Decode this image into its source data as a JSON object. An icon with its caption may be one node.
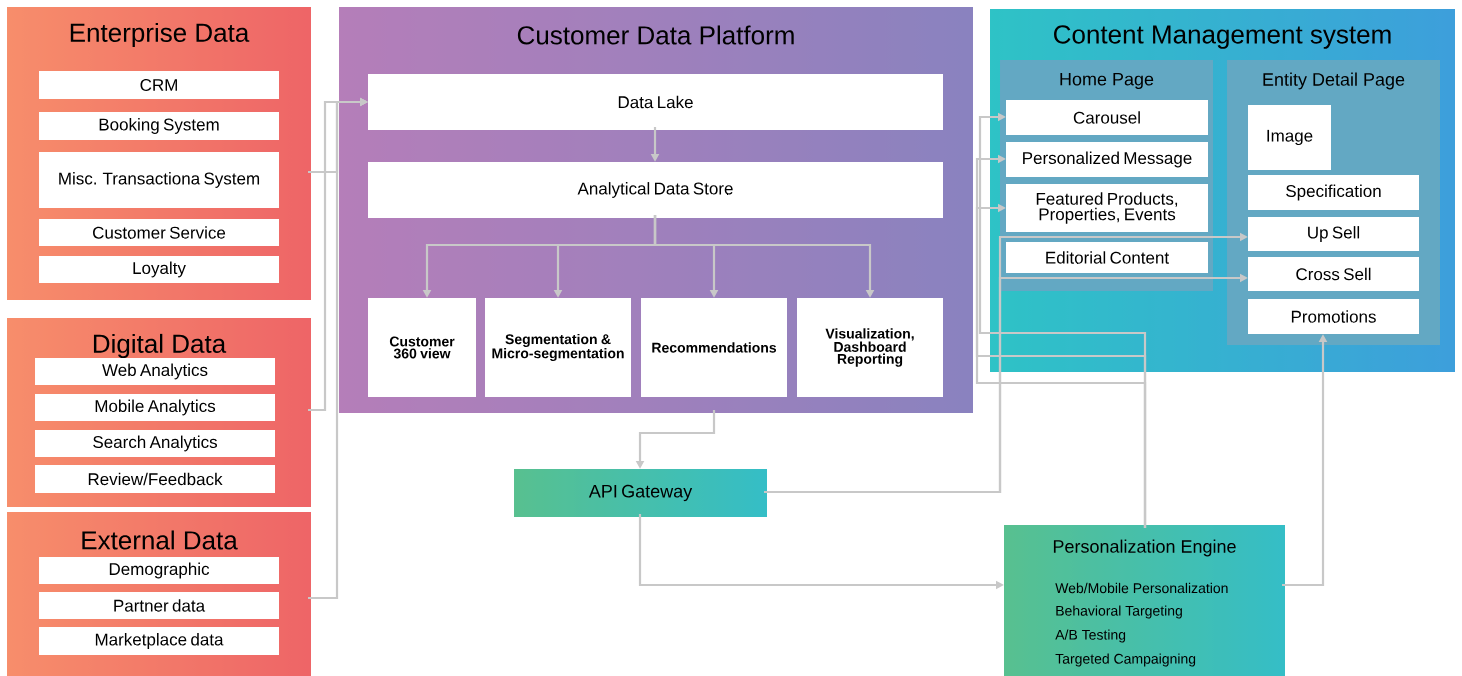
{
  "diagram": {
    "nodes": [
      {
        "text": [
          "Enterprise Data"
        ]
      },
      {
        "text": [
          "CRM"
        ],
        "in": 0
      },
      {
        "text": [
          "Booking System"
        ],
        "in": 0
      },
      {
        "text": [
          "Misc. Transactiona System"
        ],
        "in": 0
      },
      {
        "text": [
          "Customer Service"
        ],
        "in": 0
      },
      {
        "text": [
          "Loyalty"
        ],
        "in": 0
      },
      {
        "text": [
          "Digital Data"
        ]
      },
      {
        "text": [
          "Web Analytics"
        ],
        "in": 6
      },
      {
        "text": [
          "Mobile Analytics"
        ],
        "in": 6
      },
      {
        "text": [
          "Search Analytics"
        ],
        "in": 6
      },
      {
        "text": [
          "Review/Feedback"
        ],
        "in": 6
      },
      {
        "text": [
          "External Data"
        ]
      },
      {
        "text": [
          "Demographic"
        ],
        "in": 11
      },
      {
        "text": [
          "Partner data"
        ],
        "in": 11
      },
      {
        "text": [
          "Marketplace data"
        ],
        "in": 11
      },
      {
        "text": [
          "Customer Data Platform"
        ]
      },
      {
        "text": [
          "Data Lake"
        ],
        "in": 15
      },
      {
        "text": [
          "Analytical Data Store"
        ],
        "in": 15
      },
      {
        "text": [
          "Customer 360 view"
        ],
        "in": 15
      },
      {
        "text": [
          "Segmentation & Micro-segmentation"
        ],
        "in": 15
      },
      {
        "text": [
          "Recommendations"
        ],
        "in": 15
      },
      {
        "text": [
          "Visualization, Dashboard Reporting"
        ],
        "in": 15
      },
      {
        "text": [
          "Content Management system"
        ]
      },
      {
        "text": [
          "Home Page"
        ],
        "in": 22
      },
      {
        "text": [
          "Carousel"
        ],
        "in": 23
      },
      {
        "text": [
          "Personalized Message"
        ],
        "in": 23
      },
      {
        "text": [
          "Featured Products, Properties, Events"
        ],
        "in": 23
      },
      {
        "text": [
          "Editorial Content"
        ],
        "in": 23
      },
      {
        "text": [
          "Entity Detail Page"
        ],
        "in": 22
      },
      {
        "text": [
          "Image"
        ],
        "in": 28
      },
      {
        "text": [
          "Specification"
        ],
        "in": 28
      },
      {
        "text": [
          "Up Sell"
        ],
        "in": 28
      },
      {
        "text": [
          "Cross Sell"
        ],
        "in": 28
      },
      {
        "text": [
          "Promotions"
        ],
        "in": 28
      },
      {
        "text": [
          "API Gateway"
        ]
      },
      {
        "text": [
          "Personalization Engine",
          "Web/Mobile Personalization",
          "Behavioral Targeting",
          "A/B Testing",
          "Targeted Campaigning"
        ]
      }
    ],
    "edges": [
      {
        "from": 0,
        "to": 16,
        "arrow": "to"
      },
      {
        "from": 6,
        "to": 16,
        "arrow": "to"
      },
      {
        "from": 11,
        "to": 16,
        "arrow": "to"
      },
      {
        "from": 16,
        "to": 17,
        "arrow": "to"
      },
      {
        "from": 17,
        "to": 18,
        "arrow": "to"
      },
      {
        "from": 17,
        "to": 19,
        "arrow": "to"
      },
      {
        "from": 17,
        "to": 20,
        "arrow": "to"
      },
      {
        "from": 17,
        "to": 21,
        "arrow": "to"
      },
      {
        "from": 15,
        "to": 34,
        "arrow": "to"
      },
      {
        "from": 34,
        "to": 35,
        "arrow": "to"
      },
      {
        "from": 34,
        "to": 31,
        "arrow": "to"
      },
      {
        "from": 34,
        "to": 32,
        "arrow": "to"
      },
      {
        "from": 35,
        "to": 24,
        "arrow": "to"
      },
      {
        "from": 35,
        "to": 25,
        "arrow": "to"
      },
      {
        "from": 35,
        "to": 26,
        "arrow": "to"
      },
      {
        "from": 35,
        "to": 33,
        "arrow": "to"
      }
    ]
  }
}
